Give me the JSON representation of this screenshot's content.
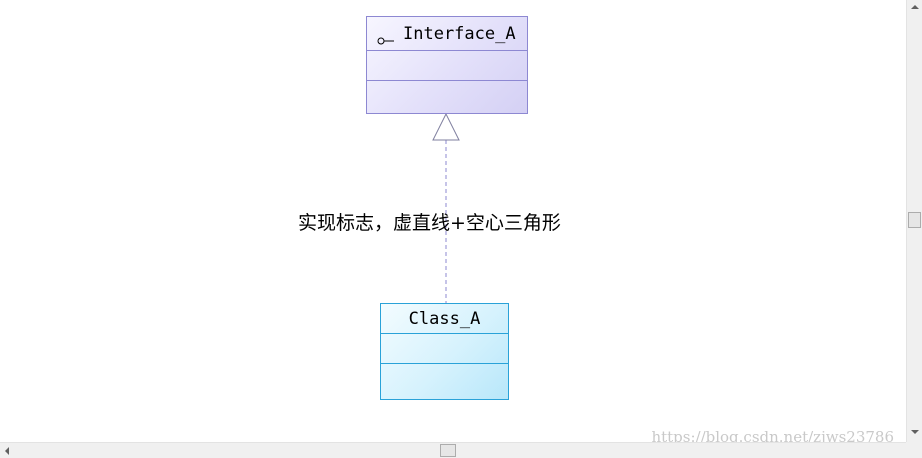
{
  "interface": {
    "name": "Interface_A",
    "stereotype_icon": "lollipop-interface-icon"
  },
  "class": {
    "name": "Class_A"
  },
  "relation": {
    "label": "实现标志，虚直线+空心三角形",
    "type": "realization"
  },
  "watermark": "https://blog.csdn.net/zjws23786",
  "colors": {
    "interface_border": "#8d88d2",
    "interface_fill": "#e3e0fa",
    "class_border": "#2aa2d8",
    "class_fill": "#d6f2fd",
    "connector": "#8d88d2"
  }
}
